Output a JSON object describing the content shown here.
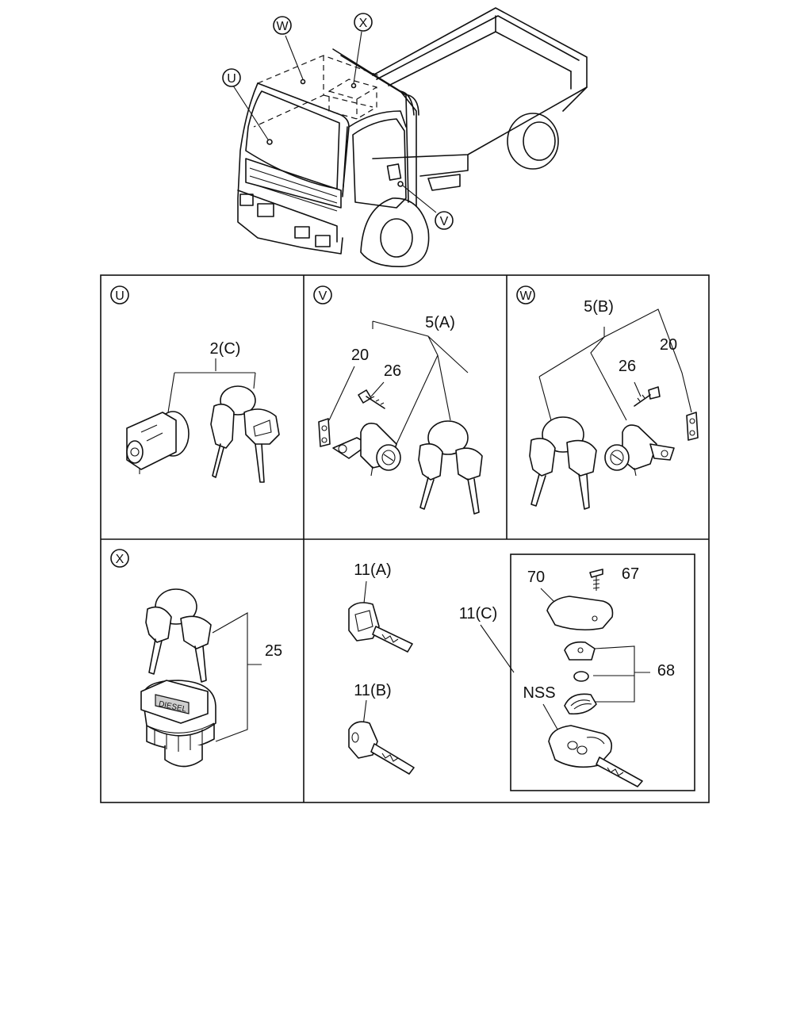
{
  "diagram": {
    "callouts": {
      "U": "U",
      "V": "V",
      "W": "W",
      "X": "X"
    },
    "panels": {
      "U": {
        "tag": "U",
        "labels": {
          "set": "2(C)"
        }
      },
      "V": {
        "tag": "V",
        "labels": {
          "set": "5(A)",
          "bracket": "20",
          "screw": "26"
        }
      },
      "W": {
        "tag": "W",
        "labels": {
          "set": "5(B)",
          "screw": "26",
          "bracket": "20"
        }
      },
      "X": {
        "tag": "X",
        "labels": {
          "cap_set": "25"
        }
      },
      "keys": {
        "labels": {
          "key_a": "11(A)",
          "key_b": "11(B)",
          "key_c": "11(C)",
          "cover": "70",
          "screw": "67",
          "parts": "68",
          "nss": "NSS"
        }
      }
    },
    "cap_text": "DIESEL"
  }
}
